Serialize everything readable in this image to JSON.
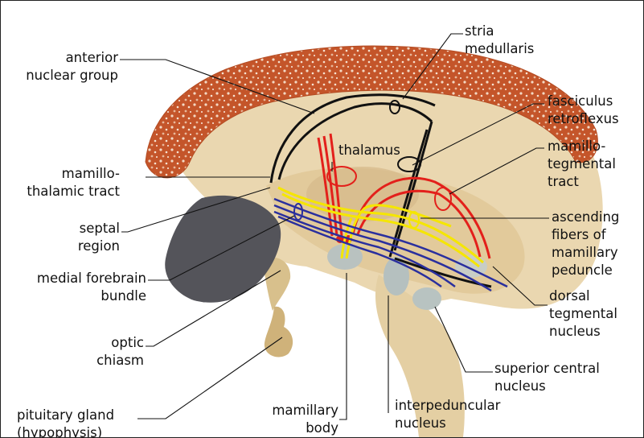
{
  "labels": {
    "anterior_nuclear_group": [
      "anterior",
      "nuclear group"
    ],
    "stria_medullaris": [
      "stria",
      "medullaris"
    ],
    "fasciculus_retroflexus": [
      "fasciculus",
      "retroflexus"
    ],
    "thalamus": "thalamus",
    "mamillotegmental_tract": [
      "mamillo-",
      "tegmental",
      "tract"
    ],
    "mamillothalamic_tract": [
      "mamillo-",
      "thalamic tract"
    ],
    "septal_region": [
      "septal",
      "region"
    ],
    "ascending_fibers": [
      "ascending",
      "fibers of",
      "mamillary",
      "peduncle"
    ],
    "medial_forebrain_bundle": [
      "medial forebrain",
      "bundle"
    ],
    "dorsal_tegmental_nucleus": [
      "dorsal",
      "tegmental",
      "nucleus"
    ],
    "optic_chiasm": [
      "optic",
      "chiasm"
    ],
    "superior_central_nucleus": [
      "superior central",
      "nucleus"
    ],
    "pituitary_gland": [
      "pituitary gland",
      "(hypophysis)"
    ],
    "mamillary_body": [
      "mamillary",
      "body"
    ],
    "interpeduncular_nucleus": [
      "interpeduncular",
      "nucleus"
    ]
  },
  "colors": {
    "tract_black": "#111111",
    "tract_red": "#e3201b",
    "tract_yellow": "#f5e600",
    "tract_blue": "#2a2f9e",
    "corpus_callosum": "#c9602f",
    "brain_tissue": "#e8d2a6",
    "gray_matter": "#cfc7a6",
    "cerebellum": "#55555a"
  }
}
